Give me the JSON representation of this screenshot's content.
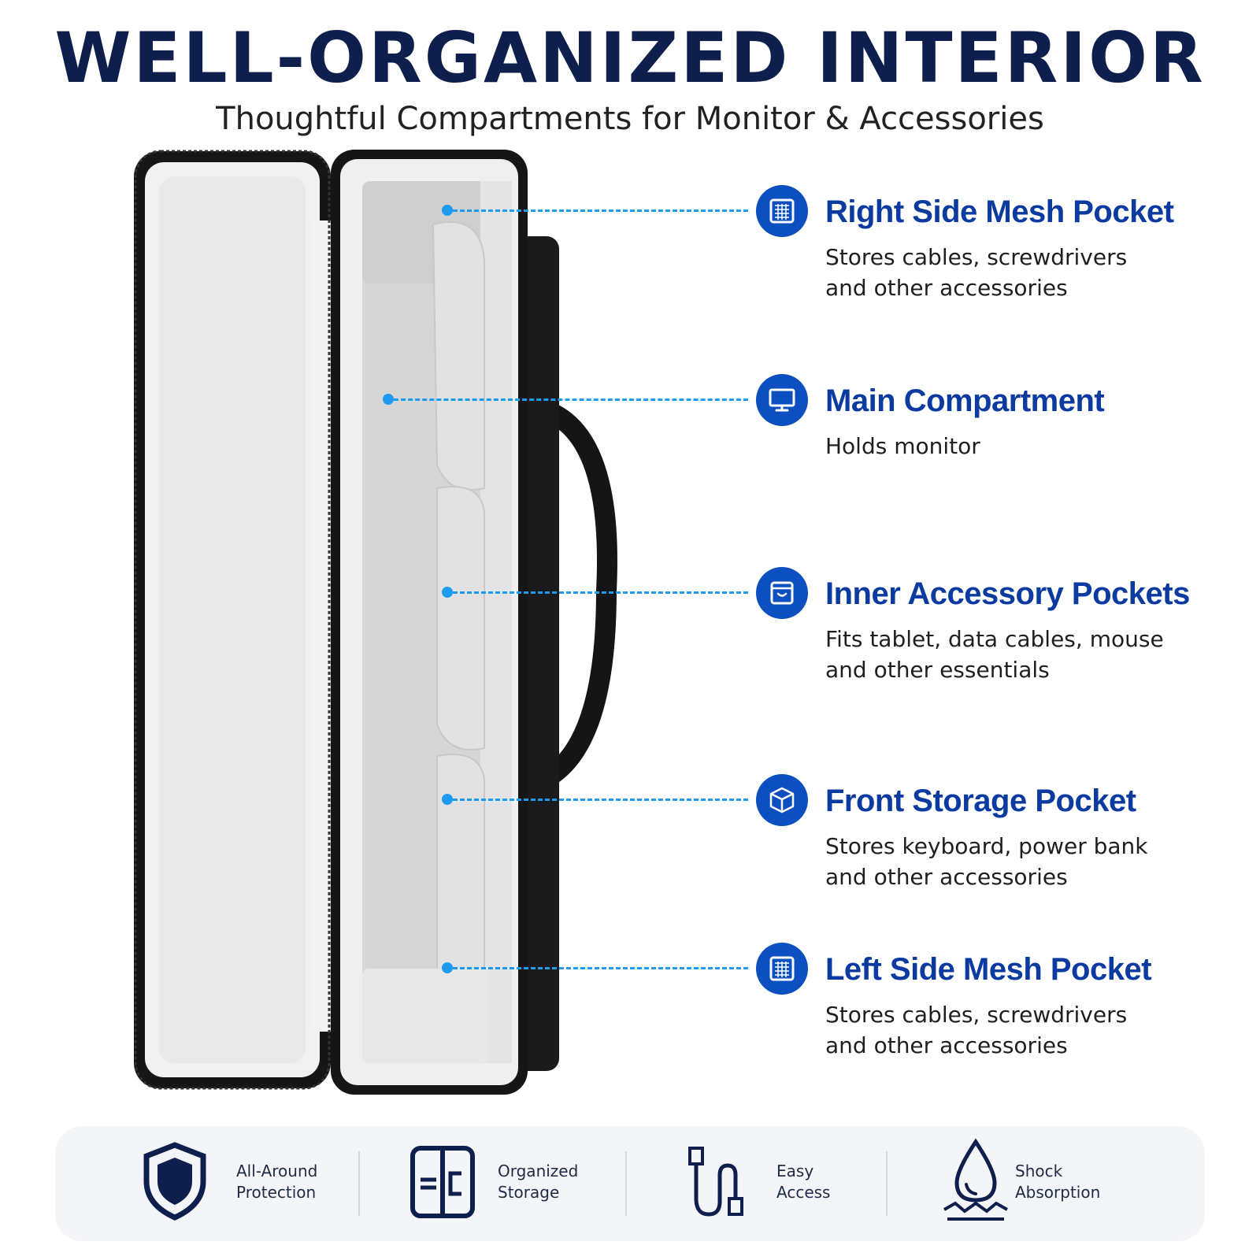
{
  "header": {
    "title": "WELL-ORGANIZED INTERIOR",
    "subtitle": "Thoughtful Compartments for Monitor & Accessories"
  },
  "callouts": [
    {
      "title": "Right Side Mesh Pocket",
      "line1": "Stores cables, screwdrivers",
      "line2": "and other accessories",
      "icon": "mesh-pocket-icon"
    },
    {
      "title": "Main Compartment",
      "line1": "Holds monitor",
      "line2": "",
      "icon": "monitor-icon"
    },
    {
      "title": "Inner Accessory Pockets",
      "line1": "Fits tablet, data cables, mouse",
      "line2": "and other essentials",
      "icon": "pocket-icon"
    },
    {
      "title": "Front Storage Pocket",
      "line1": "Stores keyboard, power bank",
      "line2": "and other accessories",
      "icon": "box-icon"
    },
    {
      "title": "Left Side Mesh Pocket",
      "line1": "Stores cables, screwdrivers",
      "line2": "and other accessories",
      "icon": "mesh-pocket-icon"
    }
  ],
  "features": [
    {
      "line1": "All-Around",
      "line2": "Protection",
      "icon": "shield-icon"
    },
    {
      "line1": "Organized",
      "line2": "Storage",
      "icon": "compartments-icon"
    },
    {
      "line1": "Easy",
      "line2": "Access",
      "icon": "usb-cable-icon"
    },
    {
      "line1": "Shock",
      "line2": "Absorption",
      "icon": "water-drop-icon"
    }
  ],
  "colors": {
    "title": "#0f1f4d",
    "accent_blue": "#0b4fc0",
    "callout_title": "#0b3aa0",
    "leader_line": "#1e9bf0",
    "bag_black": "#141414",
    "lining_gray": "#dcdcdc"
  }
}
